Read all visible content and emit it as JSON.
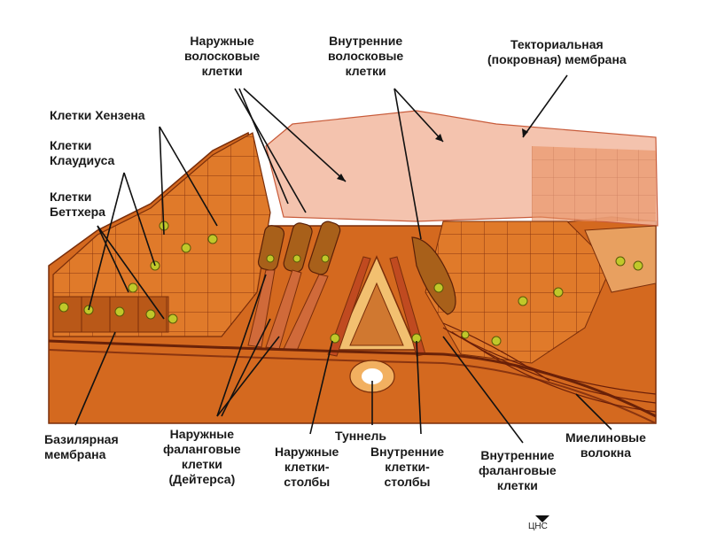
{
  "labels": {
    "outer_hair_cells": [
      "Наружные",
      "волосковые",
      "клетки"
    ],
    "inner_hair_cells": [
      "Внутренние",
      "волосковые",
      "клетки"
    ],
    "tectorial_membrane": [
      "Текториальная",
      "(покровная) мембрана"
    ],
    "hensen_cells": "Клетки Хензена",
    "claudius_cells": [
      "Клетки",
      "Клаудиуса"
    ],
    "boettcher_cells": [
      "Клетки",
      "Беттхера"
    ],
    "basilar_membrane": [
      "Базилярная",
      "мембрана"
    ],
    "outer_phalangeal_cells": [
      "Наружные",
      "фаланговые",
      "клетки",
      "(Дейтерса)"
    ],
    "outer_pillar_cells": [
      "Наружные",
      "клетки-",
      "столбы"
    ],
    "tunnel": "Туннель",
    "inner_pillar_cells": [
      "Внутренние",
      "клетки-",
      "столбы"
    ],
    "inner_phalangeal_cells": [
      "Внутренние",
      "фаланговые",
      "клетки"
    ],
    "myelinated_fibers": [
      "Миелиновые",
      "волокна"
    ],
    "cns": "ЦНС"
  },
  "colors": {
    "tissue_dark": "#c8581a",
    "tissue_mid": "#e07a2a",
    "tissue_light": "#f0a85a",
    "tectorial": "#f2b9a0",
    "nucleus": "#b8c02a",
    "outline": "#7a2e0a"
  }
}
